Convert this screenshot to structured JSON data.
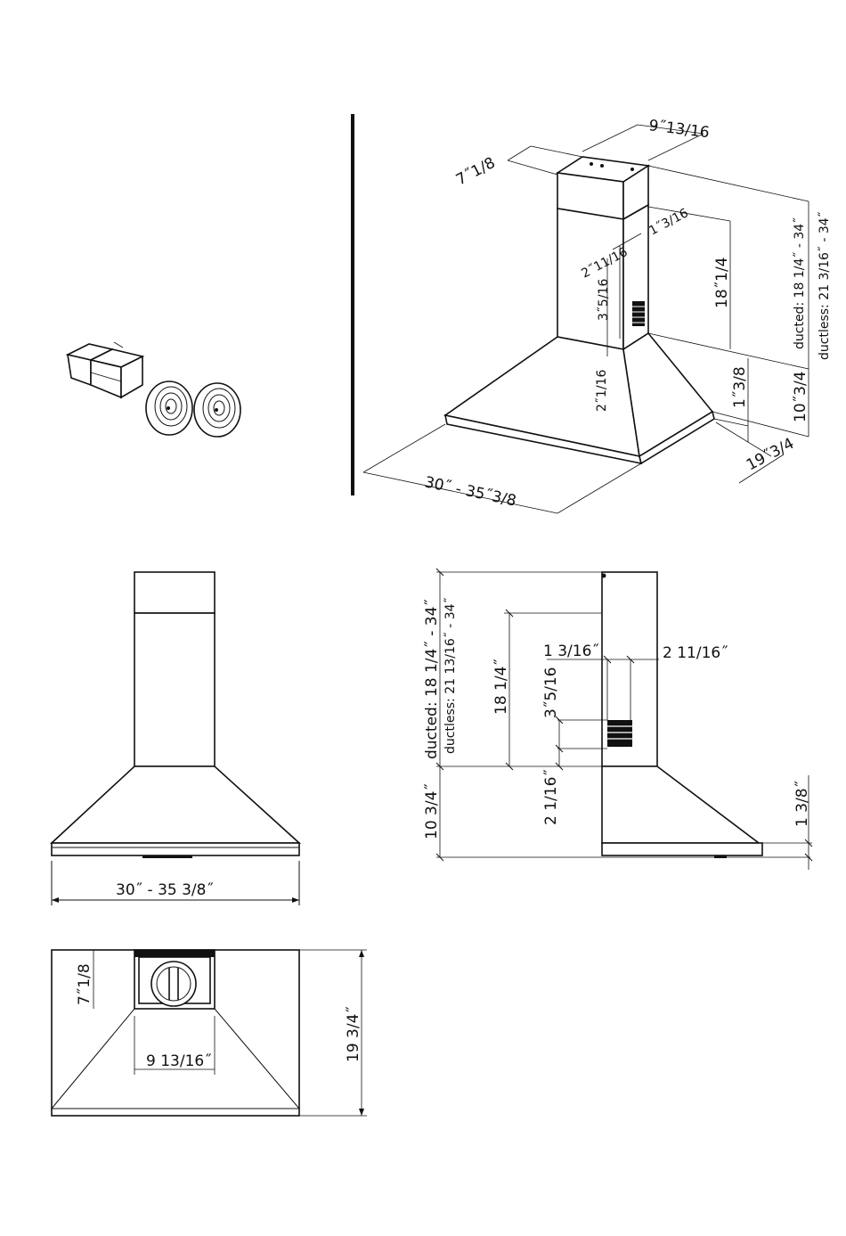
{
  "iso": {
    "top_width": "9˝13/16",
    "top_depth": "7˝1/8",
    "side_offset": "1˝3/16",
    "side_offset2": "2˝11/16",
    "vent_height": "3˝5/16",
    "chimney_height": "18˝1/4",
    "lower_offset": "2˝1/16",
    "canopy_lip": "1˝3/8",
    "canopy_height": "10˝3/4",
    "depth": "19˝3/4",
    "width": "30˝  -  35˝3/8",
    "ducted": "ducted: 18 1/4˝  -  34˝",
    "ductless": "ductless:  21 3/16˝  -  34˝"
  },
  "front": {
    "width": "30˝  -  35 3/8˝"
  },
  "top": {
    "depth": "19 3/4˝",
    "duct_depth": "7˝1/8",
    "duct_width": "9 13/16˝"
  },
  "side": {
    "ducted": "ducted: 18  1/4˝  -  34˝",
    "ductless": "ductless:  21 13/16˝  -  34˝",
    "chimney_height": "18 1/4˝",
    "offset1": "1 3/16˝",
    "offset2": "2  11/16˝",
    "vent_height": "3˝5/16",
    "lower_offset": "2 1/16˝",
    "canopy_height": "10  3/4˝",
    "lip": "1 3/8˝"
  }
}
